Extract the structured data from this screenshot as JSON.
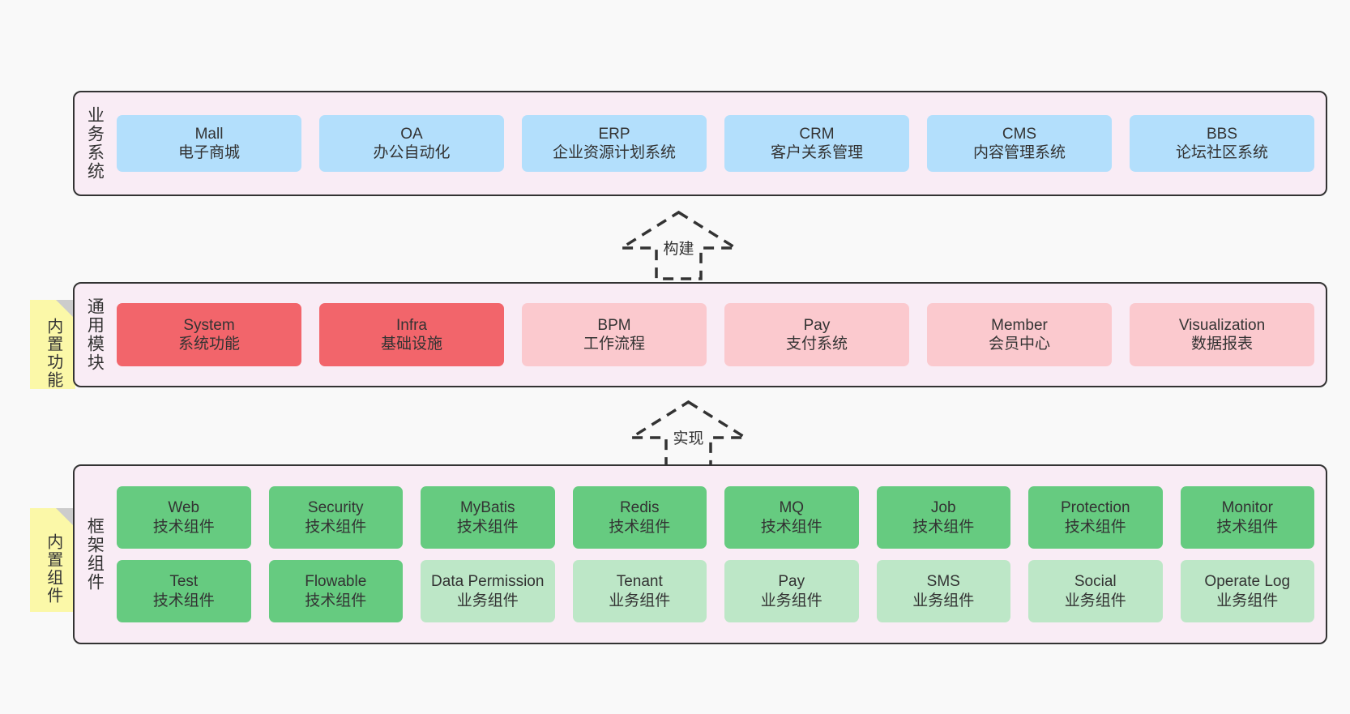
{
  "diagram": {
    "background_color": "#f9f9f9",
    "panel_color": "#f9ecf5",
    "panel_border_color": "#333333",
    "sticky_color": "#fbf8a8"
  },
  "layers": {
    "business": {
      "title": "业务系统",
      "box_color": "#b3dffc",
      "items": [
        {
          "name": "Mall",
          "desc": "电子商城"
        },
        {
          "name": "OA",
          "desc": "办公自动化"
        },
        {
          "name": "ERP",
          "desc": "企业资源计划系统"
        },
        {
          "name": "CRM",
          "desc": "客户关系管理"
        },
        {
          "name": "CMS",
          "desc": "内容管理系统"
        },
        {
          "name": "BBS",
          "desc": "论坛社区系统"
        }
      ]
    },
    "modules": {
      "title": "通用模块",
      "sticky_label": "内置功能",
      "core_color": "#f2656b",
      "optional_color": "#fbc9ce",
      "items": [
        {
          "name": "System",
          "desc": "系统功能",
          "variant": "core"
        },
        {
          "name": "Infra",
          "desc": "基础设施",
          "variant": "core"
        },
        {
          "name": "BPM",
          "desc": "工作流程",
          "variant": "optional"
        },
        {
          "name": "Pay",
          "desc": "支付系统",
          "variant": "optional"
        },
        {
          "name": "Member",
          "desc": "会员中心",
          "variant": "optional"
        },
        {
          "name": "Visualization",
          "desc": "数据报表",
          "variant": "optional"
        }
      ]
    },
    "framework": {
      "title": "框架组件",
      "sticky_label": "内置组件",
      "tech_color": "#66cb80",
      "biz_color": "#bde7c7",
      "row1": [
        {
          "name": "Web",
          "desc": "技术组件",
          "variant": "tech"
        },
        {
          "name": "Security",
          "desc": "技术组件",
          "variant": "tech"
        },
        {
          "name": "MyBatis",
          "desc": "技术组件",
          "variant": "tech"
        },
        {
          "name": "Redis",
          "desc": "技术组件",
          "variant": "tech"
        },
        {
          "name": "MQ",
          "desc": "技术组件",
          "variant": "tech"
        },
        {
          "name": "Job",
          "desc": "技术组件",
          "variant": "tech"
        },
        {
          "name": "Protection",
          "desc": "技术组件",
          "variant": "tech"
        },
        {
          "name": "Monitor",
          "desc": "技术组件",
          "variant": "tech"
        }
      ],
      "row2": [
        {
          "name": "Test",
          "desc": "技术组件",
          "variant": "tech"
        },
        {
          "name": "Flowable",
          "desc": "技术组件",
          "variant": "tech"
        },
        {
          "name": "Data Permission",
          "desc": "业务组件",
          "variant": "biz"
        },
        {
          "name": "Tenant",
          "desc": "业务组件",
          "variant": "biz"
        },
        {
          "name": "Pay",
          "desc": "业务组件",
          "variant": "biz"
        },
        {
          "name": "SMS",
          "desc": "业务组件",
          "variant": "biz"
        },
        {
          "name": "Social",
          "desc": "业务组件",
          "variant": "biz"
        },
        {
          "name": "Operate Log",
          "desc": "业务组件",
          "variant": "biz"
        }
      ]
    }
  },
  "connectors": [
    {
      "label": "构建",
      "direction": "up",
      "style": "dashed-block-arrow"
    },
    {
      "label": "实现",
      "direction": "up",
      "style": "dashed-block-arrow"
    }
  ]
}
